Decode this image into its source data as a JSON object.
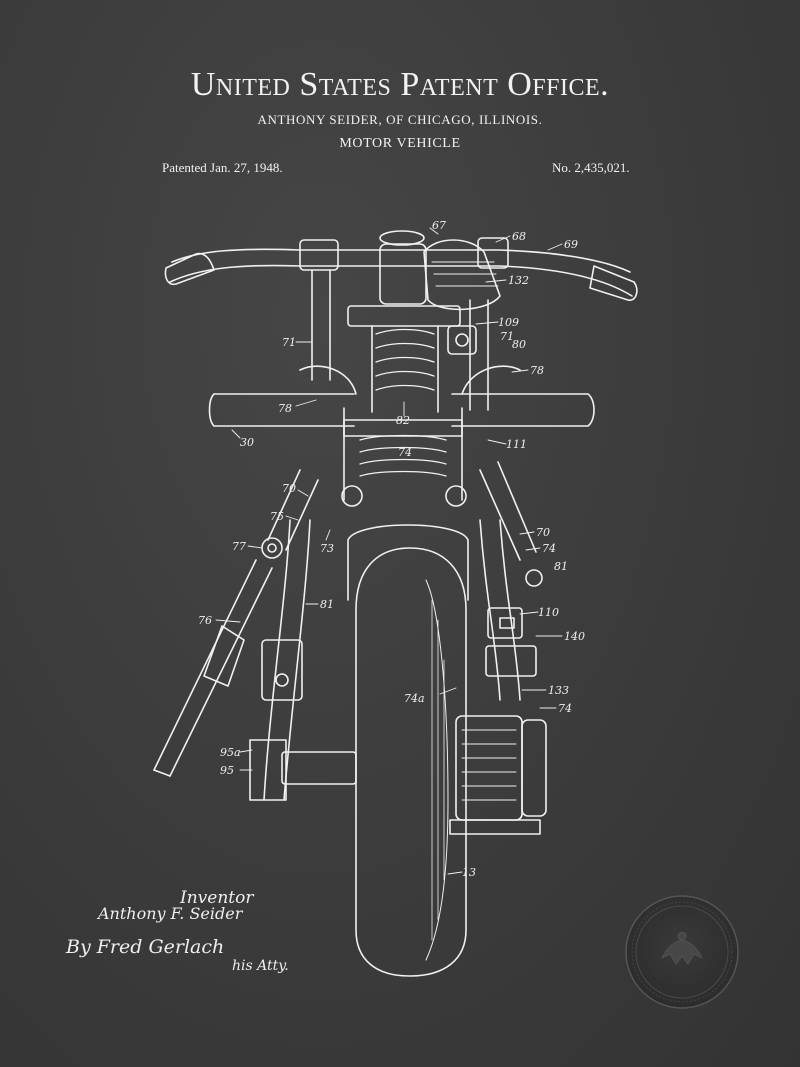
{
  "header": {
    "office": "United States Patent Office.",
    "inventor_line": "ANTHONY SEIDER, OF CHICAGO, ILLINOIS.",
    "subject": "MOTOR VEHICLE",
    "patent_date": "Patented Jan. 27, 1948.",
    "patent_number": "No. 2,435,021."
  },
  "reference_numerals": {
    "n67": "67",
    "n68": "68",
    "n69": "69",
    "n132": "132",
    "n109": "109",
    "n71a": "71",
    "n71b": "71",
    "n80": "80",
    "n78a": "78",
    "n78b": "78",
    "n82": "82",
    "n111": "111",
    "n30": "30",
    "n74a": "74",
    "n70a": "70",
    "n75": "75",
    "n77": "77",
    "n73": "73",
    "n70b": "70",
    "n74b": "74",
    "n81a": "81",
    "n81b": "81",
    "n76": "76",
    "n110": "110",
    "n140": "140",
    "n74c": "74a",
    "n133": "133",
    "n74d": "74",
    "n95a": "95a",
    "n95": "95",
    "n13": "13"
  },
  "signature": {
    "role": "Inventor",
    "name": "Anthony F. Seider",
    "by": "By  Fred Gerlach",
    "attorney": "his Atty."
  },
  "colors": {
    "background": "#3d3d3d",
    "ink": "#f2f2f2"
  }
}
